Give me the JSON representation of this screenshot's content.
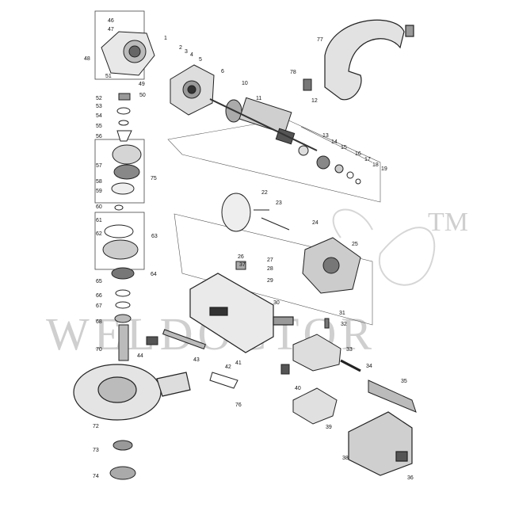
{
  "watermark": {
    "text": "WELDOCTOR",
    "tm": "TM",
    "color": "#cfcfcf"
  },
  "parts": [
    "1",
    "2",
    "3",
    "4",
    "5",
    "6",
    "10",
    "11",
    "12",
    "13",
    "14",
    "15",
    "16",
    "17",
    "18",
    "19",
    "22",
    "23",
    "24",
    "25",
    "26",
    "27",
    "28",
    "29",
    "30",
    "31",
    "32",
    "33",
    "34",
    "35",
    "36",
    "37",
    "38",
    "39",
    "40",
    "41",
    "42",
    "43",
    "44",
    "46",
    "47",
    "48",
    "49",
    "50",
    "51",
    "52",
    "53",
    "54",
    "55",
    "56",
    "57",
    "58",
    "59",
    "60",
    "61",
    "62",
    "63",
    "64",
    "65",
    "66",
    "67",
    "68",
    "70",
    "72",
    "73",
    "74",
    "75",
    "76",
    "77",
    "78"
  ]
}
